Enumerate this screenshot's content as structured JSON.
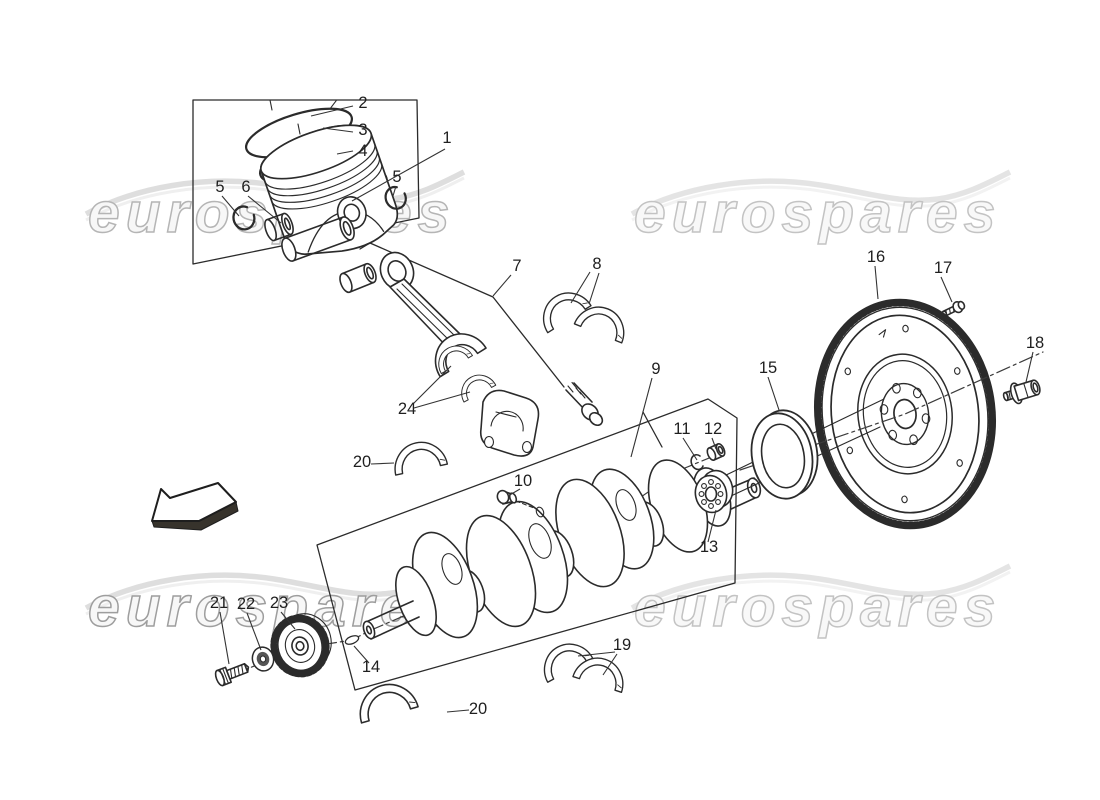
{
  "diagram": {
    "watermark": {
      "text": "eurospares",
      "instances": 4
    },
    "direction_arrow": "left",
    "colors": {
      "line": "#2b2b2b",
      "label": "#1f1f1f",
      "background": "#ffffff",
      "watermark_fill": "#f7f7f7",
      "watermark_stroke": "#b5b5b5",
      "arrow_shadow": "#37332c"
    },
    "callouts": [
      {
        "label": "1"
      },
      {
        "label": "2"
      },
      {
        "label": "3"
      },
      {
        "label": "4"
      },
      {
        "label": "5"
      },
      {
        "label": "6"
      },
      {
        "label": "5"
      },
      {
        "label": "7"
      },
      {
        "label": "8"
      },
      {
        "label": "9"
      },
      {
        "label": "10"
      },
      {
        "label": "11"
      },
      {
        "label": "12"
      },
      {
        "label": "13"
      },
      {
        "label": "14"
      },
      {
        "label": "15"
      },
      {
        "label": "16"
      },
      {
        "label": "17"
      },
      {
        "label": "18"
      },
      {
        "label": "19"
      },
      {
        "label": "20"
      },
      {
        "label": "20"
      },
      {
        "label": "21"
      },
      {
        "label": "22"
      },
      {
        "label": "23"
      },
      {
        "label": "24"
      }
    ]
  }
}
